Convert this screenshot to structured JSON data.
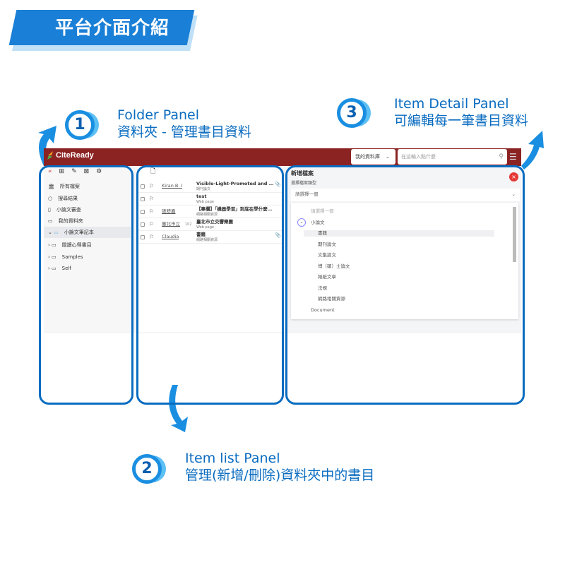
{
  "banner": {
    "title": "平台介面介紹"
  },
  "callouts": [
    {
      "number": "1",
      "title": "Folder Panel",
      "subtitle": "資料夾 - 管理書目資料"
    },
    {
      "number": "2",
      "title": "Item list Panel",
      "subtitle": "管理(新增/刪除)資料夾中的書目"
    },
    {
      "number": "3",
      "title": "Item Detail Panel",
      "subtitle": "可編輯每一筆書目資料"
    }
  ],
  "colors": {
    "header": "#8b2323",
    "outline": "#0a6cc0",
    "banner": "#1a7fd6"
  },
  "app": {
    "logo": "CiteReady",
    "library_select": "我的資料庫",
    "search_placeholder": "在這輸入點什麼",
    "folder_panel": {
      "items": [
        {
          "icon": "bank-icon",
          "label": "所有檔案"
        },
        {
          "icon": "search-icon",
          "label": "搜尋結果"
        },
        {
          "icon": "book-icon",
          "label": "小論文審查"
        },
        {
          "icon": "inbox-icon",
          "label": "我的資料夾"
        }
      ],
      "folders": [
        {
          "label": "小論文筆記本",
          "expanded": true,
          "selected": true
        },
        {
          "label": "閱讀心得書目"
        },
        {
          "label": "Samples"
        },
        {
          "label": "Self"
        }
      ]
    },
    "item_list": {
      "rows": [
        {
          "author": "Kiran B. I",
          "extra": "",
          "title": "Visible-Light-Promoted and Yb(OTf...",
          "type": "期刊論文",
          "attachment": true
        },
        {
          "author": "",
          "extra": "",
          "title": "test",
          "type": "Web page",
          "attachment": false
        },
        {
          "author": "張舒嘉",
          "extra": "",
          "title": "【專欄】「機器學習」到底在學什麼？...",
          "type": "網路相關資源",
          "attachment": false
        },
        {
          "author": "臺北市立",
          "extra": "102",
          "title": "臺北市立交響樂團",
          "type": "Web page",
          "attachment": false
        },
        {
          "author": "Claudia",
          "extra": "",
          "title": "書籍",
          "type": "網路相關資源",
          "attachment": true
        }
      ]
    },
    "detail": {
      "title": "新增檔案",
      "field_label": "選擇檔案類型",
      "select_value": "請選擇一個",
      "options": [
        {
          "label": "請選擇一個",
          "level": 0,
          "muted": true
        },
        {
          "label": "小論文",
          "level": 0,
          "group": true
        },
        {
          "label": "書籍",
          "level": 1,
          "highlighted": true
        },
        {
          "label": "期刊論文",
          "level": 1
        },
        {
          "label": "文集論文",
          "level": 1
        },
        {
          "label": "博（碩）士論文",
          "level": 1
        },
        {
          "label": "報紙文章",
          "level": 1
        },
        {
          "label": "法規",
          "level": 1
        },
        {
          "label": "網路相關資源",
          "level": 1
        },
        {
          "label": "Document",
          "level": 0
        }
      ]
    }
  }
}
